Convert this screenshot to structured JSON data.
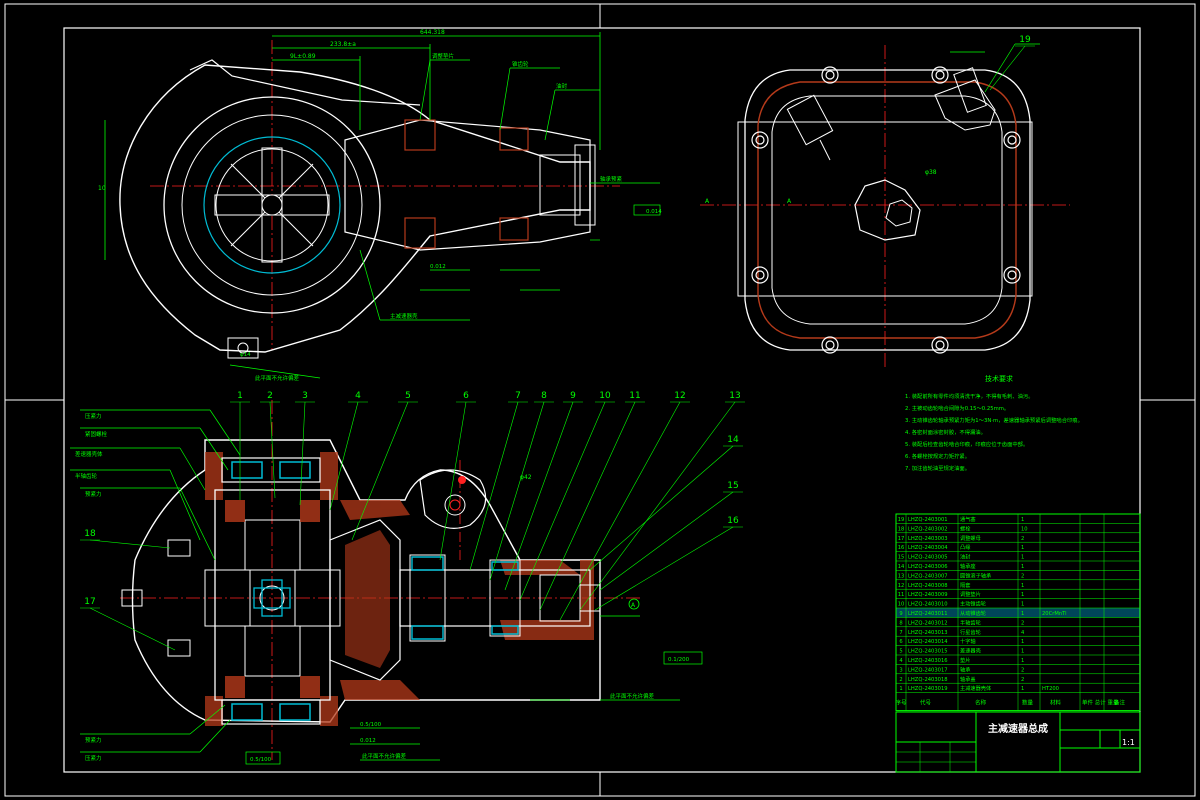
{
  "colors": {
    "background": "#000000",
    "frame": "#ffffff",
    "centerline": "#ff2020",
    "part_outline": "#ffffff",
    "dimension": "#00ff00",
    "leader": "#00ff00",
    "hatch": "#b53a1a",
    "bearing_accent": "#00bcd4",
    "highlight_row": "#00c8ff",
    "table_lines": "#00ff00"
  },
  "balloons": [
    "1",
    "2",
    "3",
    "4",
    "5",
    "6",
    "7",
    "8",
    "9",
    "10",
    "11",
    "12",
    "13",
    "14",
    "15",
    "16",
    "17",
    "18",
    "19"
  ],
  "dimensions": {
    "overall_length": "644.318",
    "top_a": "233.8±a",
    "top_b": "9L±0.89",
    "height": "10",
    "side_text": "A",
    "tol_1": "0.014",
    "tol_2": "0.012",
    "tol_3": "0.5/100",
    "tol_4": "0.1/200",
    "hole_dia": "φ14",
    "center_hole": "φ42",
    "cover_hole": "φ38"
  },
  "annotations": {
    "top_1": "调整垫片",
    "top_2": "锥齿轮",
    "top_3": "油封",
    "bottom_label": "主减速器壳",
    "left_1": "压紧力",
    "left_2": "紧固螺栓",
    "left_3": "差速器壳体",
    "left_4": "半轴齿轮",
    "left_5": "预紧力",
    "right_note": "轴承预紧",
    "note_bottom_1": "此平面不允许偏差",
    "note_bottom_2": "此平面不允许偏差"
  },
  "tech_requirements": {
    "title": "技术要求",
    "lines": [
      "1. 装配前所有零件均须清洗干净，不得有毛刺、油污。",
      "2. 主被动齿轮啮合间隙为0.15～0.25mm。",
      "3. 主动锥齿轮轴承预紧力矩为1～3N·m，差速器轴承预紧后调整啮合印痕。",
      "4. 各密封面涂密封胶，不得漏油。",
      "5. 装配后检查齿轮啮合印痕，印痕应位于齿面中部。",
      "6. 各螺栓按规定力矩拧紧。",
      "7. 加注齿轮油至规定油面。"
    ]
  },
  "parts_list": {
    "rows": [
      {
        "no": "19",
        "code": "LHZQ-2403001",
        "name": "通气塞",
        "qty": "1",
        "mat": "",
        "note": ""
      },
      {
        "no": "18",
        "code": "LHZQ-2403002",
        "name": "螺栓",
        "qty": "10",
        "mat": "",
        "note": ""
      },
      {
        "no": "17",
        "code": "LHZQ-2403003",
        "name": "调整螺母",
        "qty": "2",
        "mat": "",
        "note": ""
      },
      {
        "no": "16",
        "code": "LHZQ-2403004",
        "name": "凸缘",
        "qty": "1",
        "mat": "",
        "note": ""
      },
      {
        "no": "15",
        "code": "LHZQ-2403005",
        "name": "油封",
        "qty": "1",
        "mat": "",
        "note": ""
      },
      {
        "no": "14",
        "code": "LHZQ-2403006",
        "name": "轴承座",
        "qty": "1",
        "mat": "",
        "note": ""
      },
      {
        "no": "13",
        "code": "LHZQ-2403007",
        "name": "圆锥滚子轴承",
        "qty": "2",
        "mat": "",
        "note": ""
      },
      {
        "no": "12",
        "code": "LHZQ-2403008",
        "name": "隔套",
        "qty": "1",
        "mat": "",
        "note": ""
      },
      {
        "no": "11",
        "code": "LHZQ-2403009",
        "name": "调整垫片",
        "qty": "1",
        "mat": "",
        "note": ""
      },
      {
        "no": "10",
        "code": "LHZQ-2403010",
        "name": "主动锥齿轮",
        "qty": "1",
        "mat": "",
        "note": ""
      },
      {
        "no": "9",
        "code": "LHZQ-2403011",
        "name": "从动锥齿轮",
        "qty": "1",
        "mat": "20CrMnTi",
        "note": ""
      },
      {
        "no": "8",
        "code": "LHZQ-2403012",
        "name": "半轴齿轮",
        "qty": "2",
        "mat": "",
        "note": ""
      },
      {
        "no": "7",
        "code": "LHZQ-2403013",
        "name": "行星齿轮",
        "qty": "4",
        "mat": "",
        "note": ""
      },
      {
        "no": "6",
        "code": "LHZQ-2403014",
        "name": "十字轴",
        "qty": "1",
        "mat": "",
        "note": ""
      },
      {
        "no": "5",
        "code": "LHZQ-2403015",
        "name": "差速器壳",
        "qty": "1",
        "mat": "",
        "note": ""
      },
      {
        "no": "4",
        "code": "LHZQ-2403016",
        "name": "垫片",
        "qty": "1",
        "mat": "",
        "note": ""
      },
      {
        "no": "3",
        "code": "LHZQ-2403017",
        "name": "轴承",
        "qty": "2",
        "mat": "",
        "note": ""
      },
      {
        "no": "2",
        "code": "LHZQ-2403018",
        "name": "轴承盖",
        "qty": "2",
        "mat": "",
        "note": ""
      },
      {
        "no": "1",
        "code": "LHZQ-2403019",
        "name": "主减速器壳体",
        "qty": "1",
        "mat": "HT200",
        "note": ""
      }
    ],
    "headers": {
      "no": "序号",
      "code": "代号",
      "name": "名称",
      "qty": "数量",
      "mat": "材料",
      "weight": "单件 总计 重量",
      "note": "备注"
    }
  },
  "title_block": {
    "title": "主减速器总成",
    "scale": "1:1"
  }
}
